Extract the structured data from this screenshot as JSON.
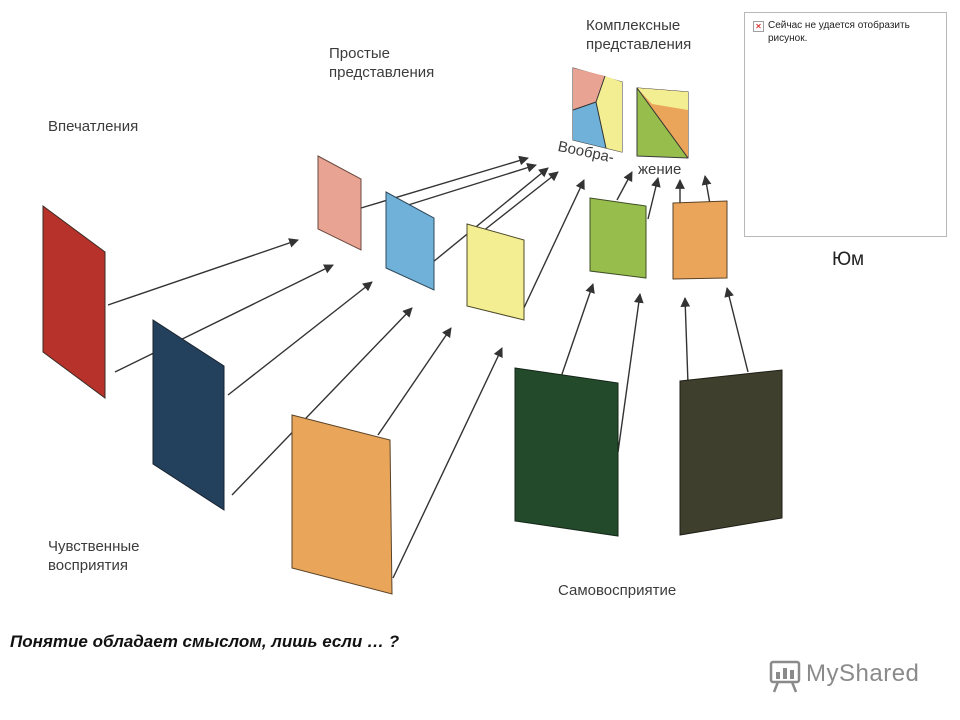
{
  "labels": {
    "impressions": "Впечатления",
    "simple_ideas": "Простые\nпредставления",
    "complex_ideas": "Комплексные\nпредставления",
    "imagination_part1": "Вообра-",
    "imagination_part2": "жение",
    "sense_perceptions": "Чувственные\nвосприятия",
    "self_perception": "Самовосприятие"
  },
  "broken_image": {
    "message": "Сейчас не удается отобразить рисунок."
  },
  "author_name": "Юм",
  "question": "Понятие обладает смыслом, лишь если … ?",
  "logo": {
    "text": "MyShared"
  },
  "colors": {
    "red": "#b8322c",
    "navy": "#23405c",
    "orange": "#e9a65a",
    "pink": "#e8a393",
    "light_blue": "#6fb1d8",
    "pale_yellow": "#f3ee92",
    "green": "#97bd4c",
    "light_orange": "#eaa55a",
    "dark_green": "#234a2a",
    "dark_olive": "#3e3f2c",
    "arrow": "#333333"
  }
}
